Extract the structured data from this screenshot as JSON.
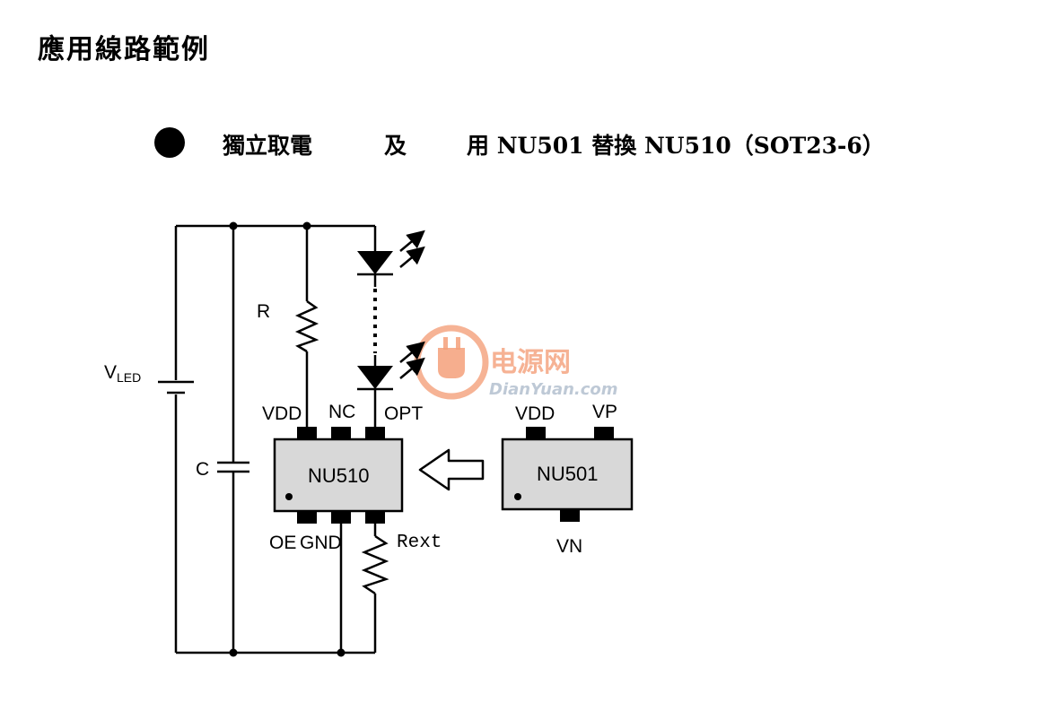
{
  "title": "應用線路範例",
  "subtitle": {
    "part1": "獨立取電",
    "part2": "及",
    "part3": "用 NU501 替換 NU510（SOT23-6）"
  },
  "labels": {
    "vled_main": "V",
    "vled_sub": "LED",
    "capacitor": "C",
    "resistor": "R",
    "rext": "Rext"
  },
  "chip_nu510": {
    "name": "NU510",
    "pins_top": [
      "VDD",
      "NC",
      "OPT"
    ],
    "pins_bottom": [
      "OE",
      "GND"
    ]
  },
  "chip_nu501": {
    "name": "NU501",
    "pins_top": [
      "VDD",
      "VP"
    ],
    "pins_bottom": [
      "VN"
    ]
  },
  "watermark": {
    "cn": "电源网",
    "en": "DianYuan.com"
  },
  "colors": {
    "chip_fill": "#d8d8d8",
    "watermark_orange": "#f08a5a",
    "watermark_gray": "#b8c4d2"
  }
}
